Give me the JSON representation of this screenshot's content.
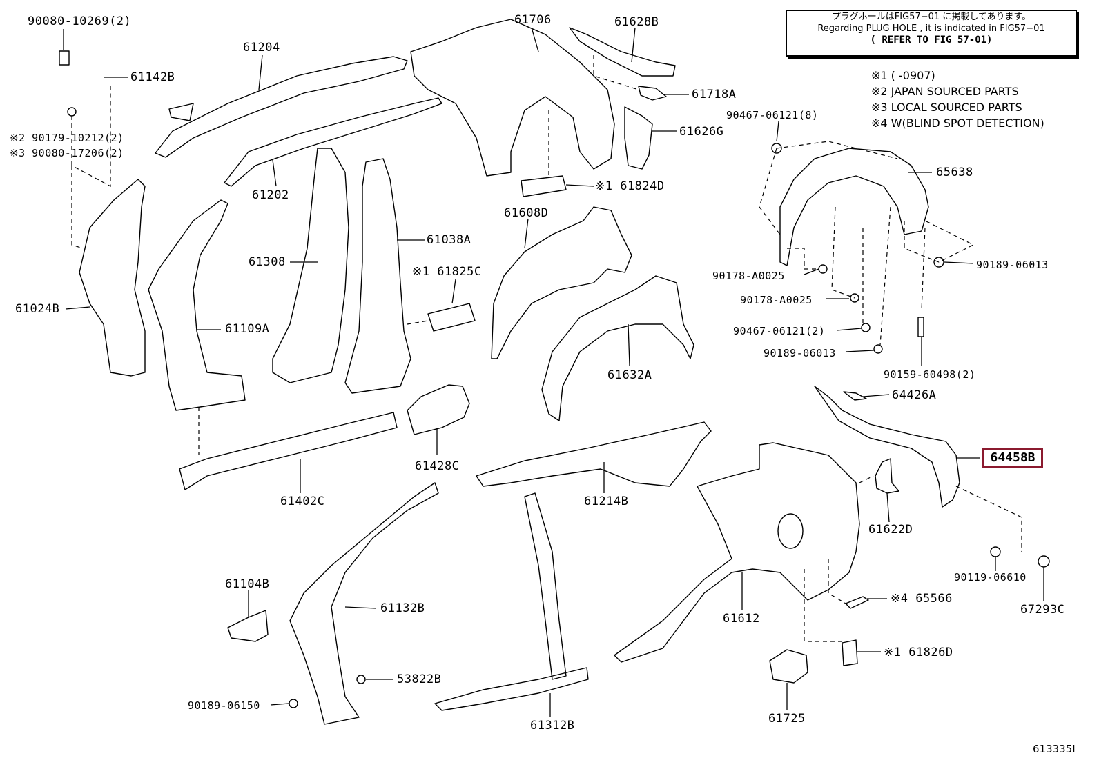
{
  "note": {
    "jp": "プラグホールはFIG57−01 に掲載してあります。",
    "en": "Regarding PLUG HOLE , it is indicated in FIG57−01",
    "ref": "( REFER TO FIG 57-01)"
  },
  "legend": [
    "※1 (      -0907)",
    "※2 JAPAN SOURCED PARTS",
    "※3 LOCAL SOURCED PARTS",
    "※4 W(BLIND SPOT DETECTION)"
  ],
  "highlighted_part": "64458B",
  "diagram_id": "613335I",
  "labels": {
    "p90080_10269": "90080-10269(2)",
    "p61142B": "61142B",
    "p90179": "※2 90179-10212(2)",
    "p90080_17206": "※3 90080-17206(2)",
    "p61024B": "61024B",
    "p61204": "61204",
    "p61202": "61202",
    "p61308": "61308",
    "p61109A": "61109A",
    "p61038A": "61038A",
    "p61825C": "※1 61825C",
    "p61706": "61706",
    "p61628B": "61628B",
    "p61718A": "61718A",
    "p61626G": "61626G",
    "p61824D": "※1 61824D",
    "p61608D": "61608D",
    "p61632A": "61632A",
    "p61428C": "61428C",
    "p61402C": "61402C",
    "p61214B": "61214B",
    "p90467_8": "90467-06121(8)",
    "p65638": "65638",
    "p90178_a": "90178-A0025",
    "p90178_b": "90178-A0025",
    "p90189_06013_a": "90189-06013",
    "p90467_2": "90467-06121(2)",
    "p90189_06013_b": "90189-06013",
    "p90159": "90159-60498(2)",
    "p64426A": "64426A",
    "p61622D": "61622D",
    "p90119": "90119-06610",
    "p67293C": "67293C",
    "p61612": "61612",
    "p65566": "※4 65566",
    "p61826D": "※1 61826D",
    "p61725": "61725",
    "p61104B": "61104B",
    "p61132B": "61132B",
    "p53822B": "53822B",
    "p90189_06150": "90189-06150",
    "p61312B": "61312B"
  },
  "colors": {
    "line": "#000000",
    "highlight": "#8b1a2f"
  }
}
